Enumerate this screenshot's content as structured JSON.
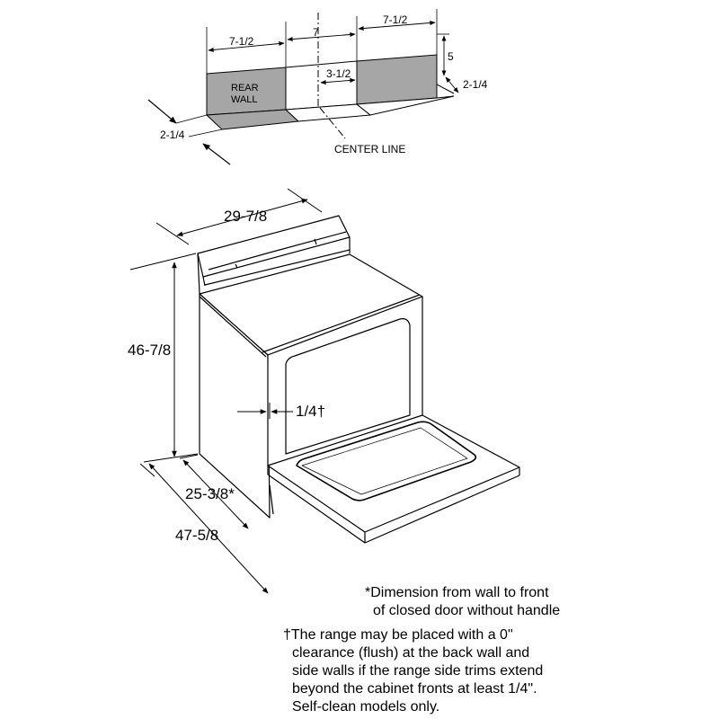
{
  "wall_diagram": {
    "rear_wall_label": [
      "REAR",
      "WALL"
    ],
    "center_line_label": "CENTER LINE",
    "dims": {
      "left_width": "7-1/2",
      "center_width": "7",
      "right_width": "7-1/2",
      "height": "5",
      "right_depth": "2-1/4",
      "left_depth": "2-1/4",
      "center_half": "3-1/2"
    }
  },
  "range_diagram": {
    "dims": {
      "width": "29-7/8",
      "height": "46-7/8",
      "depth_closed": "25-3/8*",
      "depth_open": "47-5/8",
      "side_clearance": "1/4†"
    }
  },
  "notes": {
    "star_line1": "*Dimension from wall to front",
    "star_line2": "of closed door without handle",
    "dagger_mark": "†",
    "dagger_lines": [
      "The range may be placed with a 0\"",
      "clearance (flush) at the back wall and",
      "side walls if the range side trims extend",
      "beyond the cabinet fronts at least 1/4\".",
      "Self-clean models only."
    ]
  }
}
